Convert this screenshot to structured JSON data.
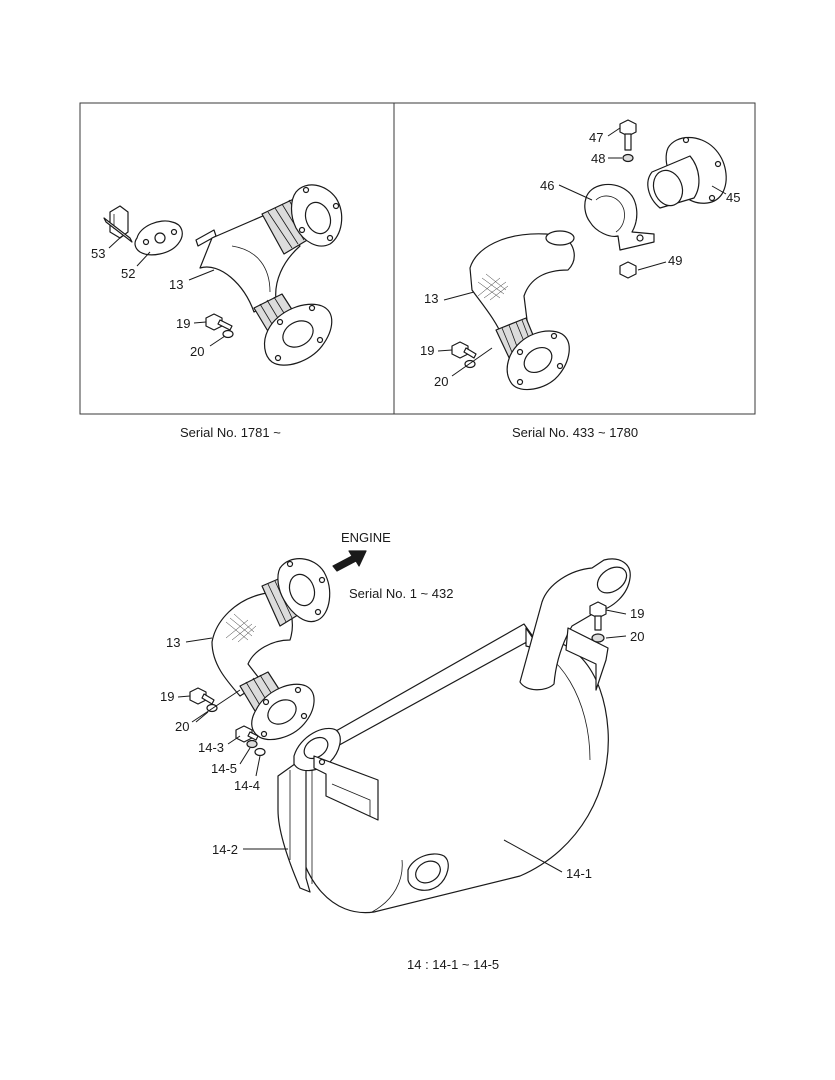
{
  "panel_top_left": {
    "caption": "Serial No. 1781 ~",
    "labels": {
      "p53": "53",
      "p52": "52",
      "p13": "13",
      "p19": "19",
      "p20": "20"
    }
  },
  "panel_top_right": {
    "caption": "Serial No. 433 ~ 1780",
    "labels": {
      "p47": "47",
      "p48": "48",
      "p46": "46",
      "p45": "45",
      "p49": "49",
      "p13": "13",
      "p19": "19",
      "p20": "20"
    }
  },
  "bottom": {
    "engine_label": "ENGINE",
    "serial_caption": "Serial No. 1 ~ 432",
    "labels": {
      "p13": "13",
      "p19a": "19",
      "p20a": "20",
      "p19b": "19",
      "p20b": "20",
      "p14_3": "14-3",
      "p14_5": "14-5",
      "p14_4": "14-4",
      "p14_2": "14-2",
      "p14_1": "14-1"
    },
    "assembly_note": "14 : 14-1 ~ 14-5"
  },
  "colors": {
    "line": "#1a1a1a",
    "frame": "#3a3a3a",
    "background": "#ffffff"
  }
}
